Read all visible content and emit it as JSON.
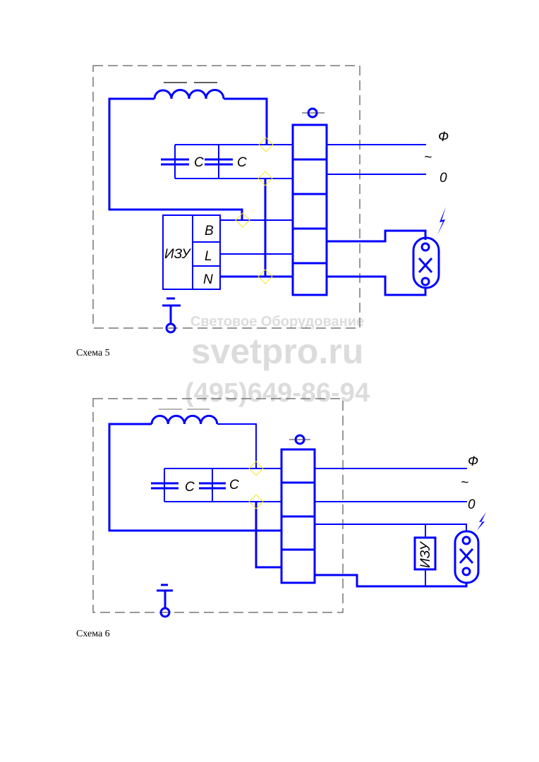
{
  "watermark": {
    "line1": "Световое Оборудование",
    "line2": "svetpro.ru",
    "line3": "(495)649-86-94"
  },
  "scheme5": {
    "caption": "Схема 5",
    "capacitor_label_1": "C",
    "capacitor_label_2": "C",
    "phase_label": "Ф",
    "ac_label": "~",
    "neutral_label": "0",
    "igniter_label": "ИЗУ",
    "igniter_terminals": [
      "B",
      "L",
      "N"
    ]
  },
  "scheme6": {
    "caption": "Схема 6",
    "capacitor_label_1": "C",
    "capacitor_label_2": "C",
    "phase_label": "Ф",
    "ac_label": "~",
    "neutral_label": "0",
    "igniter_label": "ИЗУ"
  },
  "colors": {
    "wire": "#0000ff",
    "enclosure": "#777777",
    "watermark": "#dcdcdc"
  }
}
